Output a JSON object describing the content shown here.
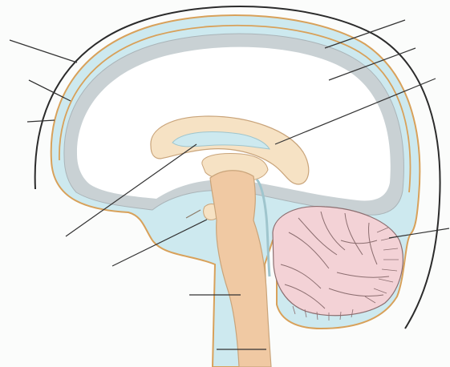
{
  "diagram": {
    "kind": "sagittal-brain-section-unlabeled",
    "colors": {
      "skull_outline": "#2b2b2b",
      "meninges": "#d8a15a",
      "csf": "#cde9ef",
      "gray_matter": "#c9d1d4",
      "white_matter": "#ffffff",
      "corpus_callosum": "#f6e2c4",
      "brainstem": "#f0c9a3",
      "cerebellum": "#f3d2d6",
      "leader_line": "#333333"
    },
    "leader_lines": [
      {
        "id": "skull"
      },
      {
        "id": "meninges"
      },
      {
        "id": "subarachnoid-space"
      },
      {
        "id": "cerebrum-gray-matter"
      },
      {
        "id": "cerebrum-white-matter"
      },
      {
        "id": "corpus-callosum"
      },
      {
        "id": "lateral-ventricle"
      },
      {
        "id": "pituitary"
      },
      {
        "id": "cerebellum"
      },
      {
        "id": "pons"
      },
      {
        "id": "medulla"
      }
    ]
  }
}
